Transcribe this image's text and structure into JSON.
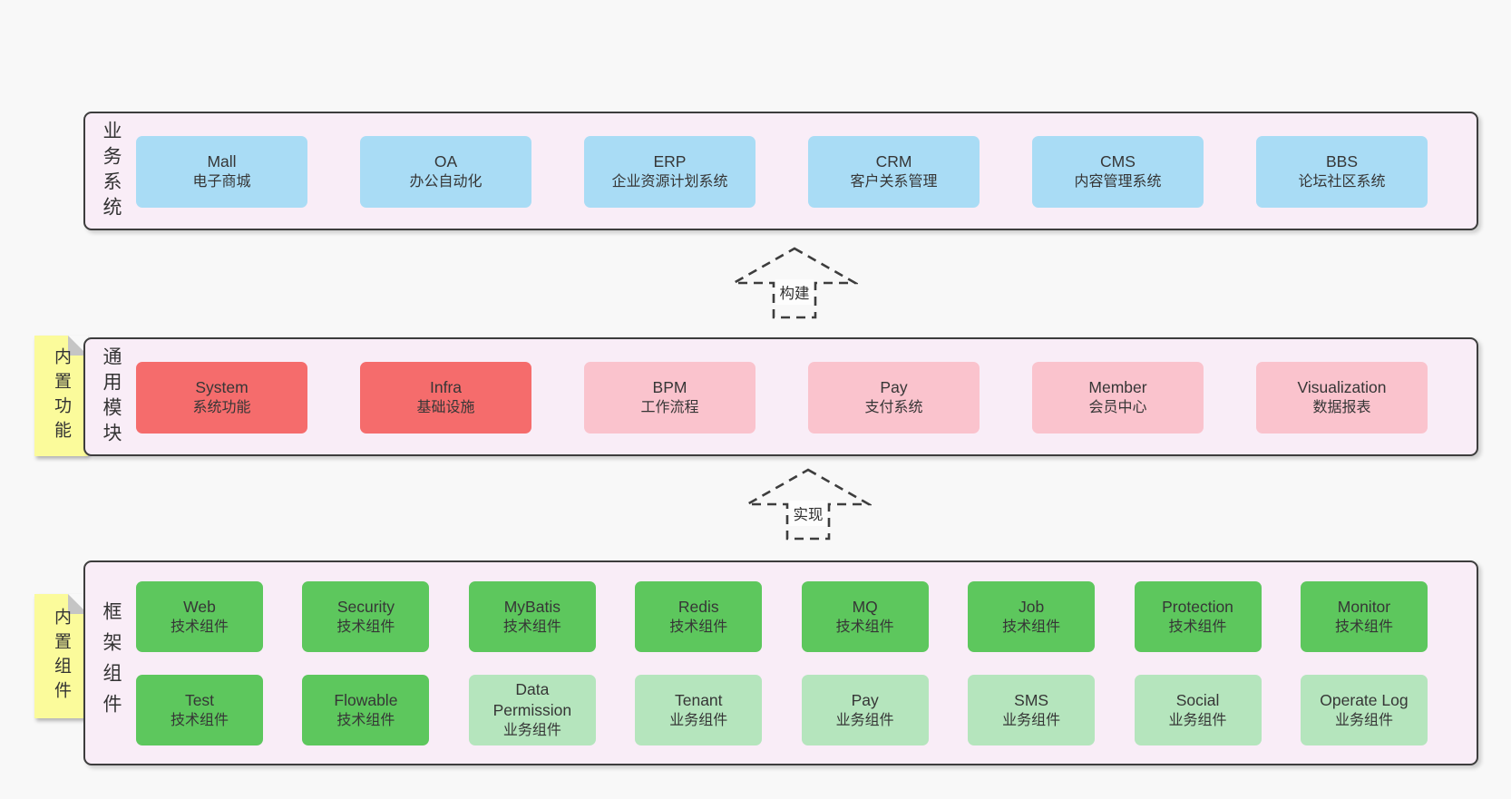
{
  "colors": {
    "page_background": "#f8f8f8",
    "layer_fill": "#f9edf7",
    "layer_border": "#3d3d3d",
    "blue_box": "#a9dcf5",
    "red_box": "#f56c6c",
    "pink_box": "#fac3cd",
    "green_box": "#5dc75d",
    "light_green_box": "#b5e5bd",
    "sticky_note": "#fbfb9b",
    "sticky_fold": "#c5c5c5",
    "text": "#363636"
  },
  "arrows": {
    "build": "构建",
    "implement": "实现"
  },
  "layers": {
    "business": {
      "label": "业务系统",
      "boxes": [
        {
          "name": "Mall",
          "subtitle": "电子商城"
        },
        {
          "name": "OA",
          "subtitle": "办公自动化"
        },
        {
          "name": "ERP",
          "subtitle": "企业资源计划系统"
        },
        {
          "name": "CRM",
          "subtitle": "客户关系管理"
        },
        {
          "name": "CMS",
          "subtitle": "内容管理系统"
        },
        {
          "name": "BBS",
          "subtitle": "论坛社区系统"
        }
      ]
    },
    "modules": {
      "label": "通用模块",
      "sticky": "内置功能",
      "boxes": [
        {
          "name": "System",
          "subtitle": "系统功能"
        },
        {
          "name": "Infra",
          "subtitle": "基础设施"
        },
        {
          "name": "BPM",
          "subtitle": "工作流程"
        },
        {
          "name": "Pay",
          "subtitle": "支付系统"
        },
        {
          "name": "Member",
          "subtitle": "会员中心"
        },
        {
          "name": "Visualization",
          "subtitle": "数据报表"
        }
      ]
    },
    "components": {
      "label": "框架组件",
      "sticky": "内置组件",
      "row1": [
        {
          "name": "Web",
          "subtitle": "技术组件"
        },
        {
          "name": "Security",
          "subtitle": "技术组件"
        },
        {
          "name": "MyBatis",
          "subtitle": "技术组件"
        },
        {
          "name": "Redis",
          "subtitle": "技术组件"
        },
        {
          "name": "MQ",
          "subtitle": "技术组件"
        },
        {
          "name": "Job",
          "subtitle": "技术组件"
        },
        {
          "name": "Protection",
          "subtitle": "技术组件"
        },
        {
          "name": "Monitor",
          "subtitle": "技术组件"
        }
      ],
      "row2": [
        {
          "name": "Test",
          "subtitle": "技术组件"
        },
        {
          "name": "Flowable",
          "subtitle": "技术组件"
        },
        {
          "name": "Data Permission",
          "subtitle": "业务组件"
        },
        {
          "name": "Tenant",
          "subtitle": "业务组件"
        },
        {
          "name": "Pay",
          "subtitle": "业务组件"
        },
        {
          "name": "SMS",
          "subtitle": "业务组件"
        },
        {
          "name": "Social",
          "subtitle": "业务组件"
        },
        {
          "name": "Operate Log",
          "subtitle": "业务组件"
        }
      ]
    }
  }
}
